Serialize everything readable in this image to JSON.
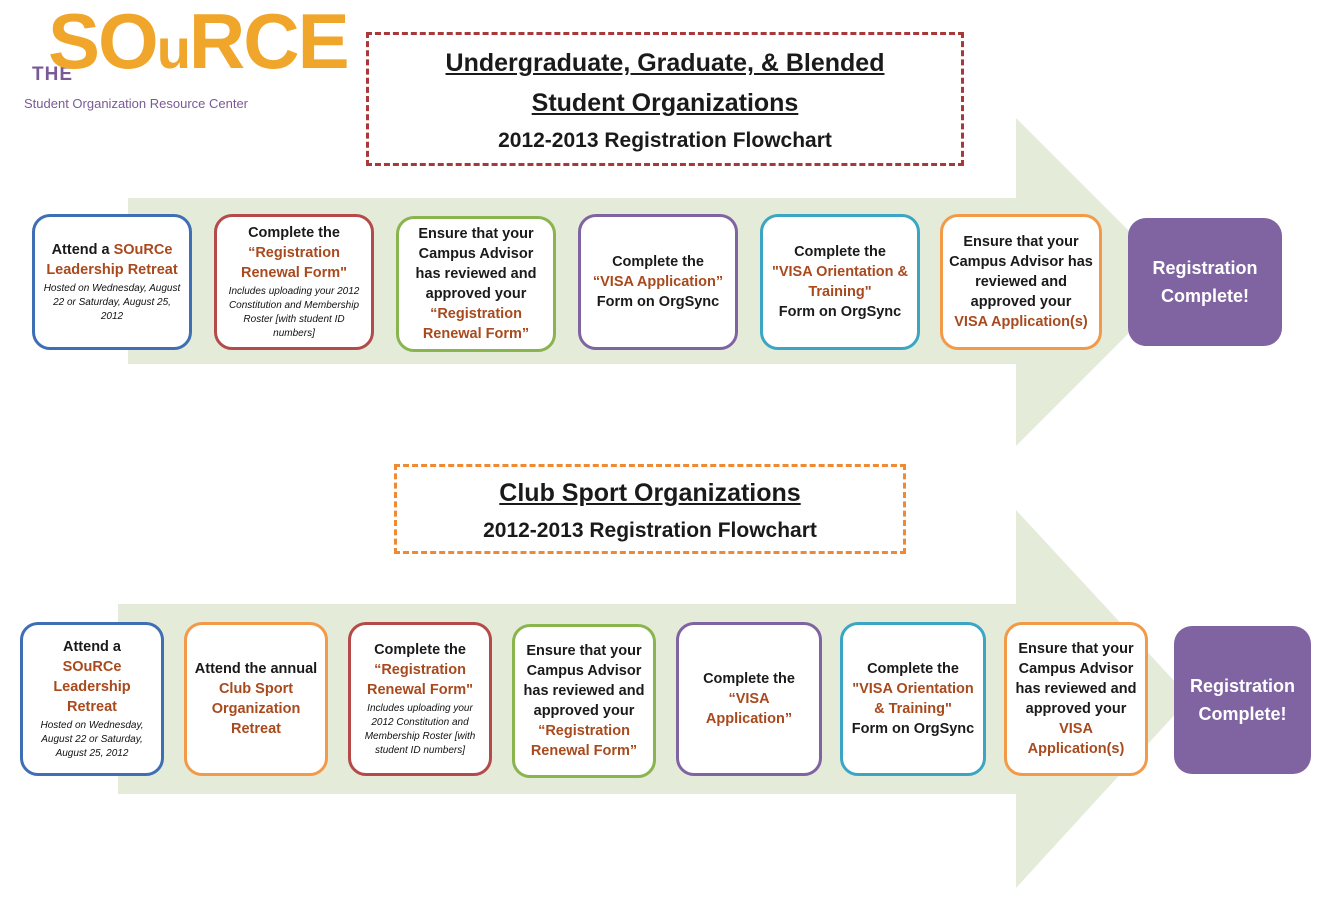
{
  "logo": {
    "the": "THE",
    "word_a": "SO",
    "word_b": "u",
    "word_c": "RCE",
    "subtitle": "Student Organization Resource Center"
  },
  "section1": {
    "title_line1": "Undergraduate, Graduate, & Blended",
    "title_line2": "Student Organizations",
    "subtitle": "2012-2013 Registration Flowchart",
    "steps": [
      {
        "pre": "Attend a ",
        "hl": "SOuRCe Leadership Retreat",
        "post": "",
        "note": "Hosted on Wednesday, August 22 or Saturday, August 25, 2012"
      },
      {
        "pre": "Complete the",
        "hl": "“Registration Renewal Form\"",
        "post": "",
        "note": "Includes uploading your 2012 Constitution and Membership Roster [with student ID numbers]"
      },
      {
        "pre": "Ensure that your Campus Advisor has reviewed and approved your",
        "hl": "“Registration Renewal Form”",
        "post": "",
        "note": ""
      },
      {
        "pre": "Complete the",
        "hl": "“VISA Application”",
        "post": "Form on OrgSync",
        "note": ""
      },
      {
        "pre": "Complete the",
        "hl": "\"VISA Orientation & Training\"",
        "post": "Form on OrgSync",
        "note": ""
      },
      {
        "pre": "Ensure that your Campus Advisor has reviewed and approved your",
        "hl": "VISA Application(s)",
        "post": "",
        "note": ""
      }
    ],
    "final": "Registration Complete!"
  },
  "section2": {
    "title": "Club Sport Organizations",
    "subtitle": "2012-2013 Registration Flowchart",
    "steps": [
      {
        "pre": "Attend a",
        "hl": "SOuRCe Leadership Retreat",
        "post": "",
        "note": "Hosted on Wednesday, August 22 or Saturday, August 25, 2012"
      },
      {
        "pre": "Attend the annual",
        "hl": "Club Sport Organization Retreat",
        "post": "",
        "note": ""
      },
      {
        "pre": "Complete the",
        "hl": "“Registration Renewal Form\"",
        "post": "",
        "note": "Includes uploading your 2012 Constitution and Membership Roster [with student ID numbers]"
      },
      {
        "pre": "Ensure that your Campus Advisor has reviewed and approved your",
        "hl": "“Registration Renewal Form”",
        "post": "",
        "note": ""
      },
      {
        "pre": "Complete the",
        "hl": "“VISA Application”",
        "post": "",
        "note": ""
      },
      {
        "pre": "Complete the",
        "hl": "\"VISA Orientation & Training\"",
        "post": "Form on OrgSync",
        "note": ""
      },
      {
        "pre": "Ensure that your Campus Advisor has reviewed and approved your",
        "hl": "VISA Application(s)",
        "post": "",
        "note": ""
      }
    ],
    "final": "Registration Complete!"
  },
  "colors": {
    "arrow_fill": "#e4ebd9",
    "final_fill": "#8064a2",
    "highlight_text": "#a84a1e",
    "logo_orange": "#f0a52b",
    "logo_purple": "#7a5a96"
  }
}
